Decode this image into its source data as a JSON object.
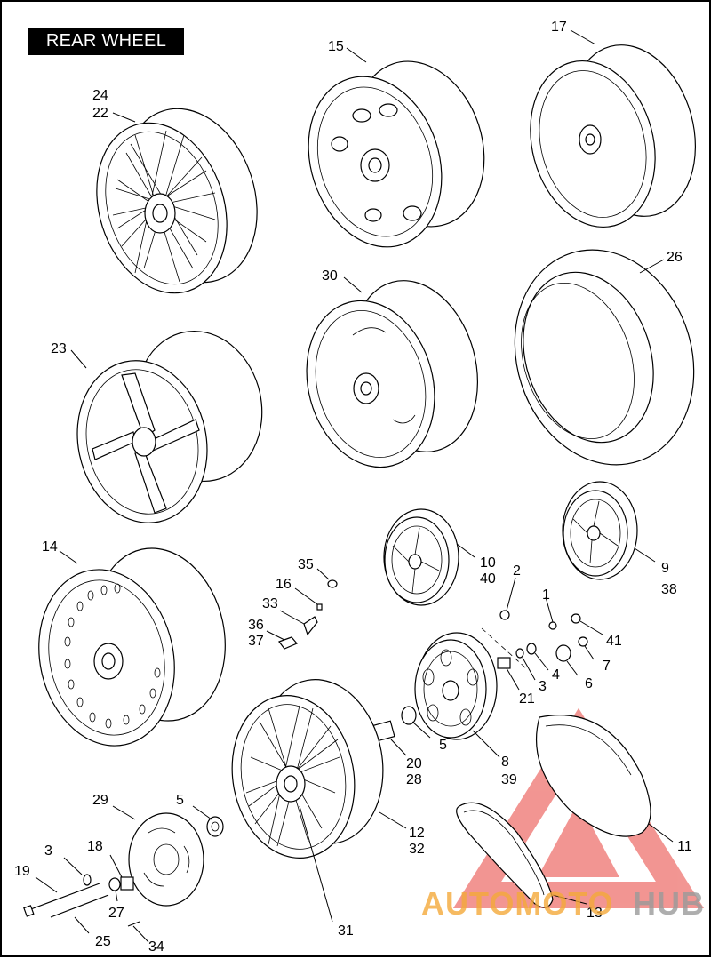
{
  "title": "REAR WHEEL",
  "watermark": {
    "part1": "AUTOMOTO",
    "part2": "HUB",
    "color1": "#f4a93a",
    "color2": "#9a9a9a",
    "triangle_color": "#e8403a"
  },
  "callouts": {
    "c24": "24",
    "c22": "22",
    "c15": "15",
    "c17": "17",
    "c26": "26",
    "c30": "30",
    "c23": "23",
    "c10": "10",
    "c40": "40",
    "c9": "9",
    "c38": "38",
    "c14": "14",
    "c35": "35",
    "c16": "16",
    "c33": "33",
    "c36": "36",
    "c37": "37",
    "c2": "2",
    "c1": "1",
    "c41": "41",
    "c7": "7",
    "c6": "6",
    "c4": "4",
    "c3a": "3",
    "c21": "21",
    "c5a": "5",
    "c8": "8",
    "c39": "39",
    "c20": "20",
    "c28": "28",
    "c11": "11",
    "c12": "12",
    "c32": "32",
    "c5b": "5",
    "c29": "29",
    "c18": "18",
    "c3b": "3",
    "c19": "19",
    "c27": "27",
    "c25": "25",
    "c34": "34",
    "c31": "31",
    "c13": "13"
  }
}
